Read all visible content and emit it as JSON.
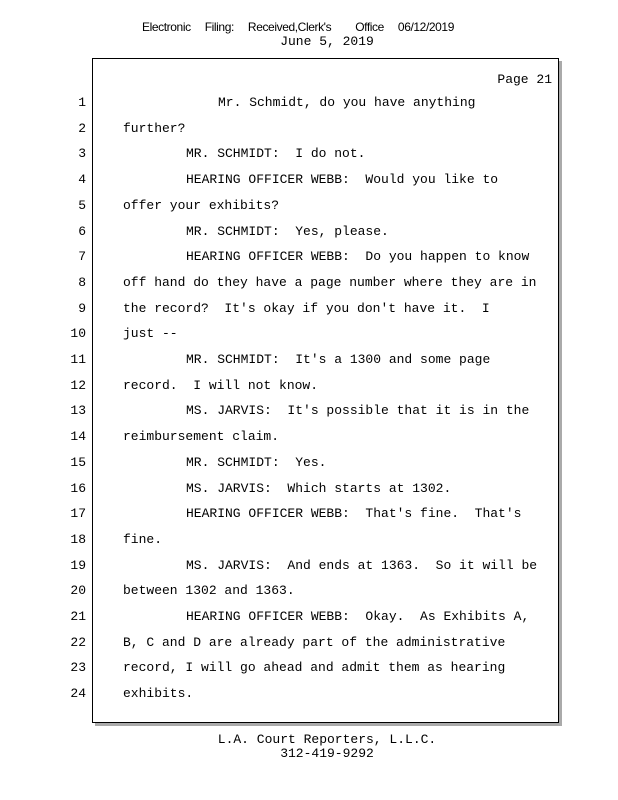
{
  "stamp": {
    "parts": [
      "Electronic",
      "Filing:",
      "Received,Clerk's",
      "Office",
      "06/12/2019"
    ]
  },
  "header": {
    "date": "June 5, 2019",
    "page": "Page 21"
  },
  "lines": [
    {
      "n": "1",
      "style": "center",
      "text": "Mr. Schmidt, do you have anything"
    },
    {
      "n": "2",
      "style": "cont",
      "text": "further?"
    },
    {
      "n": "3",
      "style": "speaker",
      "text": "MR. SCHMIDT:  I do not."
    },
    {
      "n": "4",
      "style": "speaker",
      "text": "HEARING OFFICER WEBB:  Would you like to"
    },
    {
      "n": "5",
      "style": "cont",
      "text": "offer your exhibits?"
    },
    {
      "n": "6",
      "style": "speaker",
      "text": "MR. SCHMIDT:  Yes, please."
    },
    {
      "n": "7",
      "style": "speaker",
      "text": "HEARING OFFICER WEBB:  Do you happen to know"
    },
    {
      "n": "8",
      "style": "cont",
      "text": "off hand do they have a page number where they are in"
    },
    {
      "n": "9",
      "style": "cont",
      "text": "the record?  It's okay if you don't have it.  I"
    },
    {
      "n": "10",
      "style": "cont",
      "text": "just --"
    },
    {
      "n": "11",
      "style": "speaker",
      "text": "MR. SCHMIDT:  It's a 1300 and some page"
    },
    {
      "n": "12",
      "style": "cont",
      "text": "record.  I will not know."
    },
    {
      "n": "13",
      "style": "speaker",
      "text": "MS. JARVIS:  It's possible that it is in the"
    },
    {
      "n": "14",
      "style": "cont",
      "text": "reimbursement claim."
    },
    {
      "n": "15",
      "style": "speaker",
      "text": "MR. SCHMIDT:  Yes."
    },
    {
      "n": "16",
      "style": "speaker",
      "text": "MS. JARVIS:  Which starts at 1302."
    },
    {
      "n": "17",
      "style": "speaker",
      "text": "HEARING OFFICER WEBB:  That's fine.  That's"
    },
    {
      "n": "18",
      "style": "cont",
      "text": "fine."
    },
    {
      "n": "19",
      "style": "speaker",
      "text": "MS. JARVIS:  And ends at 1363.  So it will be"
    },
    {
      "n": "20",
      "style": "cont",
      "text": "between 1302 and 1363."
    },
    {
      "n": "21",
      "style": "speaker",
      "text": "HEARING OFFICER WEBB:  Okay.  As Exhibits A,"
    },
    {
      "n": "22",
      "style": "cont",
      "text": "B, C and D are already part of the administrative"
    },
    {
      "n": "23",
      "style": "cont",
      "text": "record, I will go ahead and admit them as hearing"
    },
    {
      "n": "24",
      "style": "cont",
      "text": "exhibits."
    }
  ],
  "footer": {
    "company": "L.A. Court Reporters, L.L.C.",
    "phone": "312-419-9292"
  }
}
